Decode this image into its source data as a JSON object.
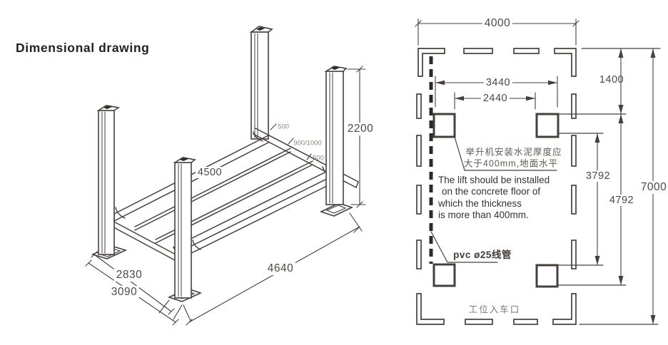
{
  "title": "Dimensional drawing",
  "colors": {
    "line": "#46403d",
    "dim_text": "#4e4843",
    "small_label": "#8c8781",
    "note_cn": "#5f5a54",
    "note_en": "#37322e",
    "entrance_gray": "#7a756f"
  },
  "isometric": {
    "dims": {
      "platform_length": "4500",
      "post_height": "2200",
      "runway_edge_top": "500",
      "runway_track_width": "900/1000",
      "runway_edge_bottom": "500",
      "width_inner": "2830",
      "width_outer": "3090",
      "length_overall": "4640"
    }
  },
  "plan": {
    "dims": {
      "bay_width": "4000",
      "plates_outer_span_x": "3440",
      "plates_inner_span_x": "2440",
      "front_offset": "1400",
      "plates_inner_span_y": "3792",
      "plates_outer_span_y": "4792",
      "bay_depth": "7000"
    },
    "notes": {
      "cn_line1": "举升机安装水泥厚度应",
      "cn_line2": "大于400mm,地面水平",
      "en_line1": "The lift should be installed",
      "en_line2": "on the concrete floor of",
      "en_line3": "which the thickness",
      "en_line4": "is more than 400mm.",
      "pvc_label": "pvc ø25线管",
      "entrance_label": "工位入车口"
    }
  }
}
